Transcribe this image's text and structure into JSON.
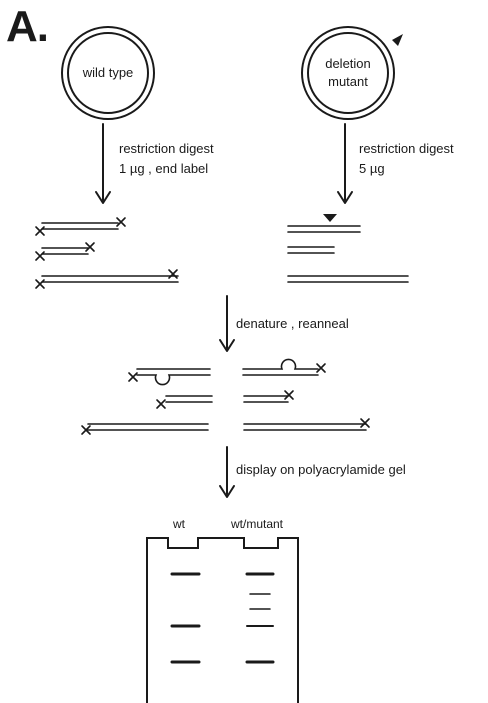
{
  "panel_label": "A.",
  "plasmids": {
    "left": "wild type",
    "right_line1": "deletion",
    "right_line2": "mutant"
  },
  "steps": {
    "left_digest_line1": "restriction digest",
    "left_digest_line2": "1 µg , end label",
    "right_digest_line1": "restriction digest",
    "right_digest_line2": "5 µg",
    "denature": "denature , reanneal",
    "display": "display on polyacrylamide gel"
  },
  "gel": {
    "lane_wt": "wt",
    "lane_mutant": "wt/mutant"
  },
  "colors": {
    "ink": "#1a1a1a",
    "background": "#ffffff"
  }
}
